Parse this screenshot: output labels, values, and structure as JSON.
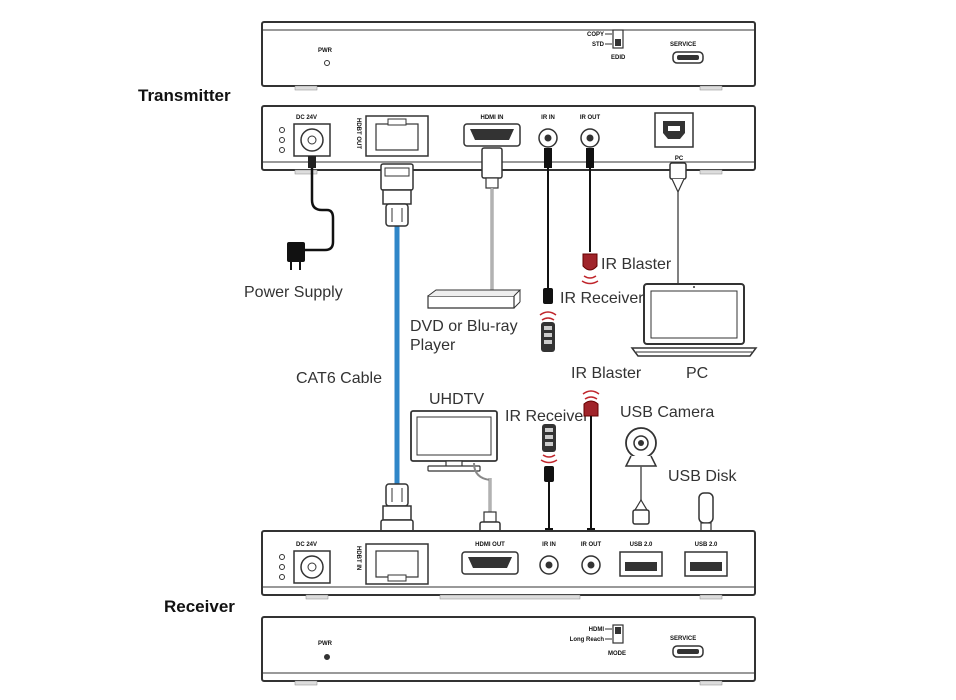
{
  "sections": {
    "transmitter": "Transmitter",
    "receiver": "Receiver"
  },
  "tx_front": {
    "pwr": "PWR",
    "switch_top": "COPY",
    "switch_bottom": "STD",
    "switch_name": "EDID",
    "service": "SERVICE"
  },
  "tx_rear": {
    "dc": "DC 24V",
    "hdbt": "HDBT OUT",
    "hdmi": "HDMI IN",
    "ir_in": "IR IN",
    "ir_out": "IR OUT",
    "pc": "PC"
  },
  "rx_rear": {
    "dc": "DC 24V",
    "hdbt": "HDBT IN",
    "hdmi": "HDMI OUT",
    "ir_in": "IR IN",
    "ir_out": "IR OUT",
    "usb1": "USB 2.0",
    "usb2": "USB 2.0"
  },
  "rx_front": {
    "pwr": "PWR",
    "switch_top": "HDMI",
    "switch_bottom": "Long Reach",
    "switch_name": "MODE",
    "service": "SERVICE"
  },
  "devices": {
    "power_supply": "Power Supply",
    "cat6": "CAT6 Cable",
    "dvd_line1": "DVD or Blu-ray",
    "dvd_line2": "Player",
    "ir_blaster_tx": "IR Blaster",
    "ir_receiver_tx": "IR Receiver",
    "pc": "PC",
    "uhdtv": "UHDTV",
    "ir_blaster_rx": "IR Blaster",
    "ir_receiver_rx": "IR Receiver",
    "usb_camera": "USB Camera",
    "usb_disk": "USB Disk"
  },
  "colors": {
    "cable_blue": "#2f86c8",
    "ir_red": "#c0262c",
    "panel_stroke": "#333333"
  }
}
